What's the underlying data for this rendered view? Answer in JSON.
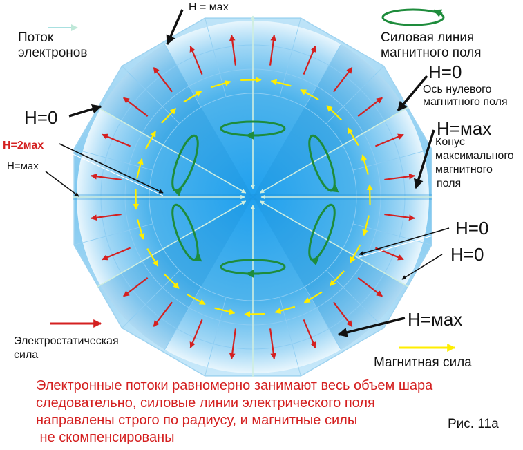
{
  "labels": {
    "h_max_top": "Н = мах",
    "electron_flow": [
      "Поток",
      "электронов"
    ],
    "field_line": [
      "Силовая линия",
      "магнитного поля"
    ],
    "h0_right_top": "Н=0",
    "zero_axis": [
      "Ось нулевого",
      "магнитного поля"
    ],
    "h0_left": "Н=0",
    "h_max_right": "Н=мах",
    "cone": [
      "Конус",
      "максимального",
      "магнитного",
      "поля"
    ],
    "h_2max": "Н=2мах",
    "h_max_left": "Н=мах",
    "h0_right_mid1": "Н=0",
    "h0_right_mid2": "Н=0",
    "h_max_bottom": "Н=мах",
    "electrostatic": [
      "Электростатическая",
      "сила"
    ],
    "magnetic_force": "Магнитная сила",
    "fig_number": "Рис. 11а"
  },
  "caption": [
    "Электронные потоки равномерно занимают весь объем шара",
    "следовательно, силовые линии электрического поля",
    "направлены строго по радиусу, и магнитные силы",
    " не скомпенсированы"
  ],
  "colors": {
    "electric_force": "#d42020",
    "magnetic_force": "#ffee00",
    "field_line": "#1e8c3c",
    "sphere": "#3aa6e8",
    "caption": "#d42020"
  }
}
